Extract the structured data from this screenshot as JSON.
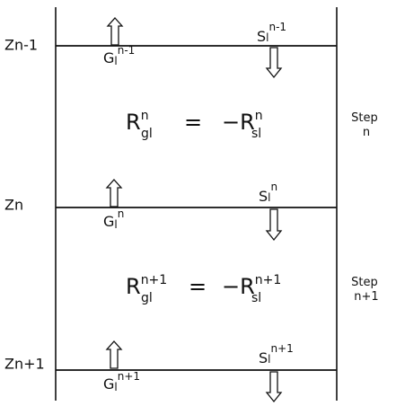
{
  "levels": [
    {
      "label": "Zn-1",
      "g_base": "G",
      "g_sub": "l",
      "g_sup": "n-1",
      "s_base": "S",
      "s_sub": "l",
      "s_sup": "n-1"
    },
    {
      "label": "Zn",
      "g_base": "G",
      "g_sub": "l",
      "g_sup": "n",
      "s_base": "S",
      "s_sub": "l",
      "s_sup": "n"
    },
    {
      "label": "Zn+1",
      "g_base": "G",
      "g_sub": "l",
      "g_sup": "n+1",
      "s_base": "S",
      "s_sub": "l",
      "s_sup": "n+1"
    }
  ],
  "steps": [
    {
      "equation": {
        "lhs_base": "R",
        "lhs_sup": "n",
        "lhs_sub": "gl",
        "equals": "=",
        "rhs_base": "−R",
        "rhs_sup": "n",
        "rhs_sub": "sl"
      },
      "label_line1": "Step",
      "label_line2": "n"
    },
    {
      "equation": {
        "lhs_base": "R",
        "lhs_sup": "n+1",
        "lhs_sub": "gl",
        "equals": "=",
        "rhs_base": "−R",
        "rhs_sup": "n+1",
        "rhs_sub": "sl"
      },
      "label_line1": "Step",
      "label_line2": "n+1"
    }
  ]
}
